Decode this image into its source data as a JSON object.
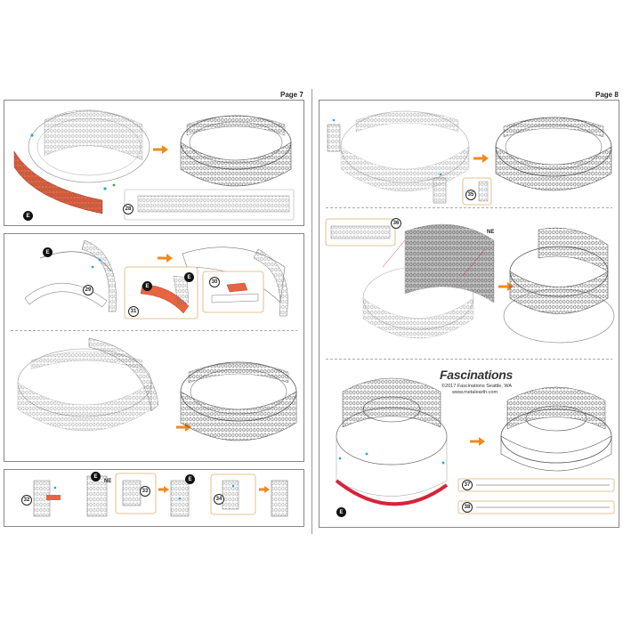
{
  "pages": [
    {
      "label": "Page 7"
    },
    {
      "label": "Page 8"
    }
  ],
  "steps": {
    "s28": "28",
    "s29": "29",
    "s30": "30",
    "s31": "31",
    "s32": "32",
    "s33": "33",
    "s34": "34",
    "s35": "35",
    "s36": "36",
    "s37": "37",
    "s38": "38"
  },
  "markers": {
    "e": "E",
    "ne": "NE"
  },
  "brand": {
    "name": "Fascinations",
    "copyright": "©2017 Fascinations Seattle, WA",
    "website": "www.metalearth.com"
  },
  "colors": {
    "highlight_part": "#e8633f",
    "highlight_strip": "#d6243a",
    "arrow": "#f08a1c",
    "accent_dot": "#29a6d9",
    "line_art": "#555555",
    "shadow_part": "#9a9a9a"
  }
}
